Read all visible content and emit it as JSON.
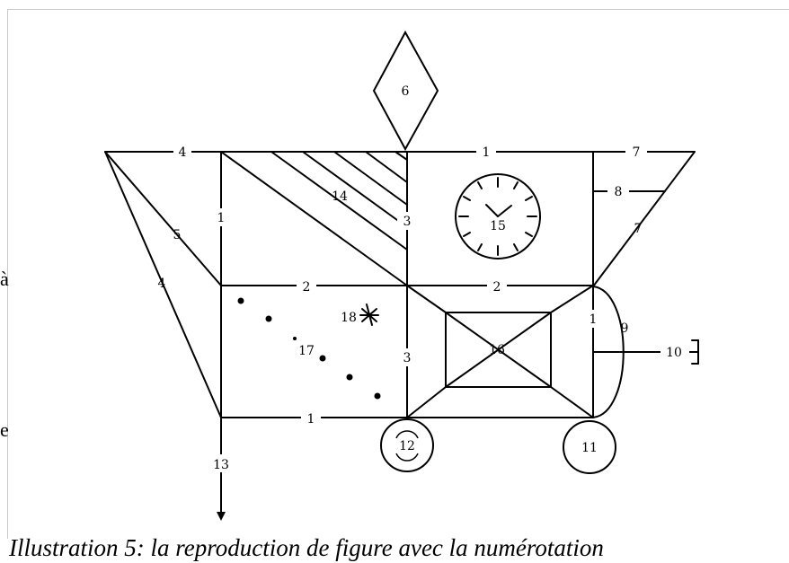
{
  "side_fragments": [
    "à",
    "e"
  ],
  "caption": "Illustration 5: la reproduction de figure avec la numérotation",
  "labels": {
    "n1_top": "1",
    "n1_left": "1",
    "n1_bottom": "1",
    "n1_right": "1",
    "n2_left": "2",
    "n2_right": "2",
    "n3_upper": "3",
    "n3_lower": "3",
    "n4_top": "4",
    "n4_left": "4",
    "n5": "5",
    "n6": "6",
    "n7_top": "7",
    "n7_right": "7",
    "n8": "8",
    "n9": "9",
    "n10": "10",
    "n11": "11",
    "n12": "12",
    "n13": "13",
    "n14": "14",
    "n15": "15",
    "n16": "16",
    "n17": "17",
    "n18": "18"
  }
}
